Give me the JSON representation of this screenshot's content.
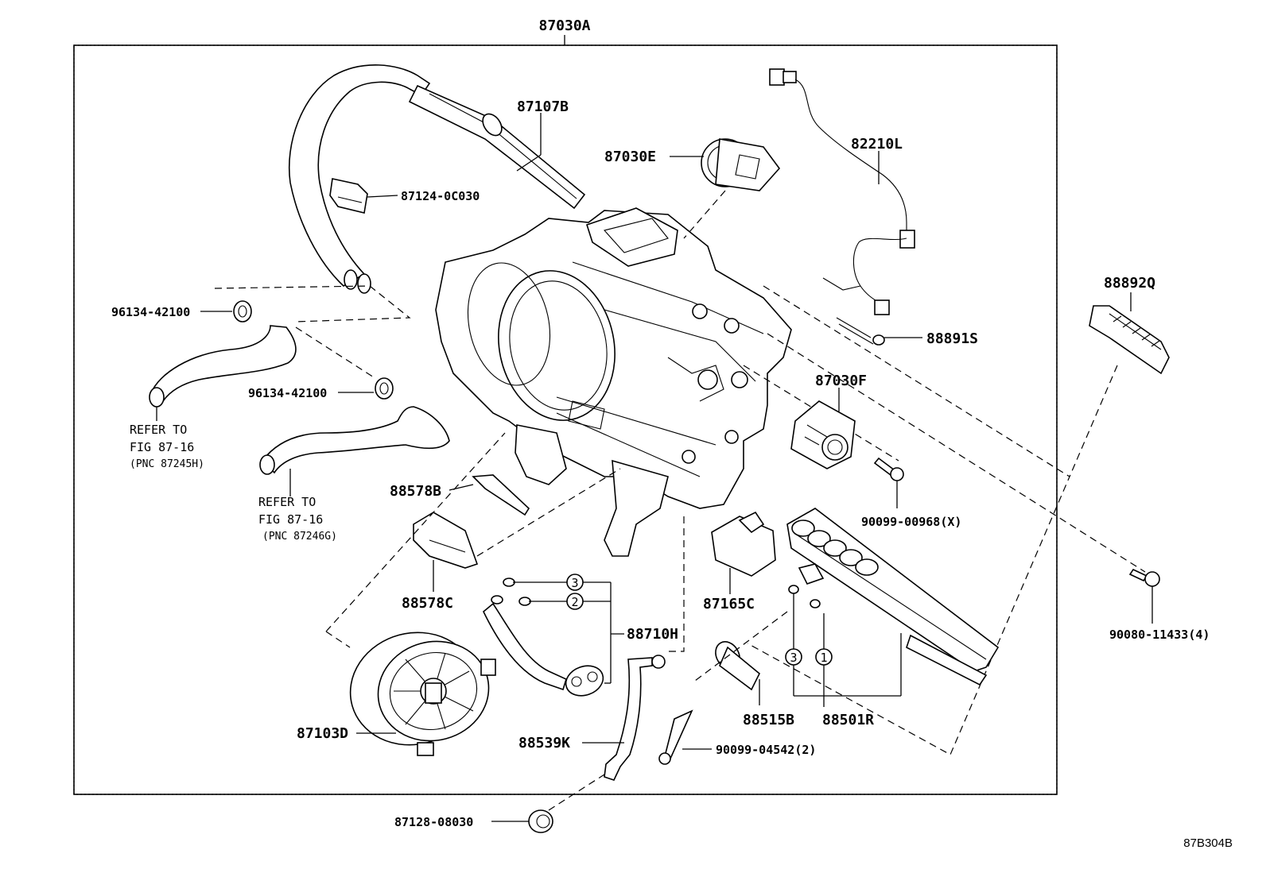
{
  "diagram": {
    "assembly_label": "87030A",
    "figure_code": "87B304B",
    "labels": {
      "p87107B": "87107B",
      "p87030E": "87030E",
      "p82210L": "82210L",
      "p87124": "87124-0C030",
      "p88892Q": "88892Q",
      "p96134a": "96134-42100",
      "p96134b": "96134-42100",
      "p88891S": "88891S",
      "p87030F": "87030F",
      "p88578B": "88578B",
      "p90099_00968": "90099-00968(X)",
      "p88578C": "88578C",
      "p87165C": "87165C",
      "p90080": "90080-11433(4)",
      "p88710H": "88710H",
      "p87103D": "87103D",
      "p88539K": "88539K",
      "p88515B": "88515B",
      "p88501R": "88501R",
      "p90099_04542": "90099-04542(2)",
      "p87128": "87128-08030"
    },
    "refer_a": {
      "line1": "REFER TO",
      "line2": "FIG 87-16",
      "line3": "(PNC 87245H)"
    },
    "refer_b": {
      "line1": "REFER TO",
      "line2": "FIG 87-16",
      "line3": "(PNC 87246G)"
    },
    "callouts": {
      "c3a": "3",
      "c2": "2",
      "c3b": "3",
      "c1": "1"
    }
  }
}
